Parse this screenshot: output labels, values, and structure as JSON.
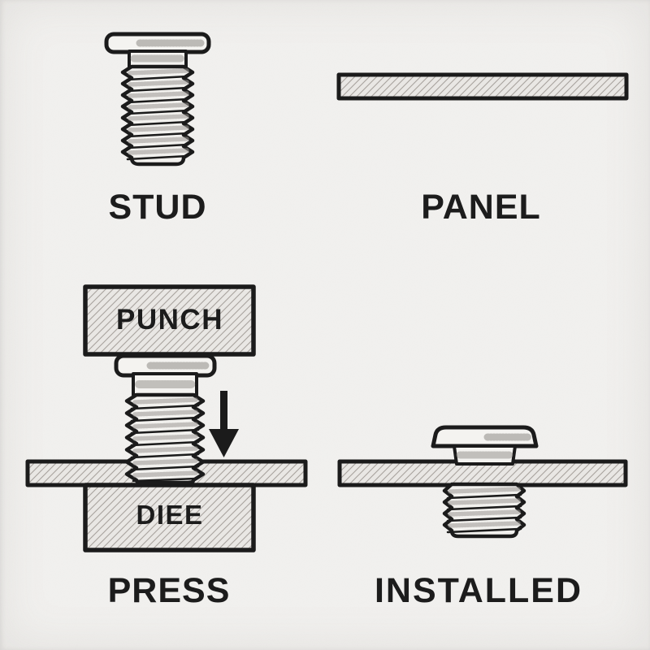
{
  "title": "Stud press-in installation diagram",
  "colors": {
    "paper": "#f2f1ef",
    "ink": "#1b1b1b",
    "metal_fill": "#f4f3f0",
    "hatch_fill": "#e9e7e4",
    "hatch_line": "#a49f99"
  },
  "figures": {
    "stud": {
      "label": "STUD"
    },
    "panel": {
      "label": "PANEL"
    },
    "press": {
      "label": "PRESS",
      "punch_label": "PUNCH",
      "die_label": "DIEE",
      "arrow_icon": "down-arrow-icon"
    },
    "installed": {
      "label": "INSTALLED"
    }
  }
}
